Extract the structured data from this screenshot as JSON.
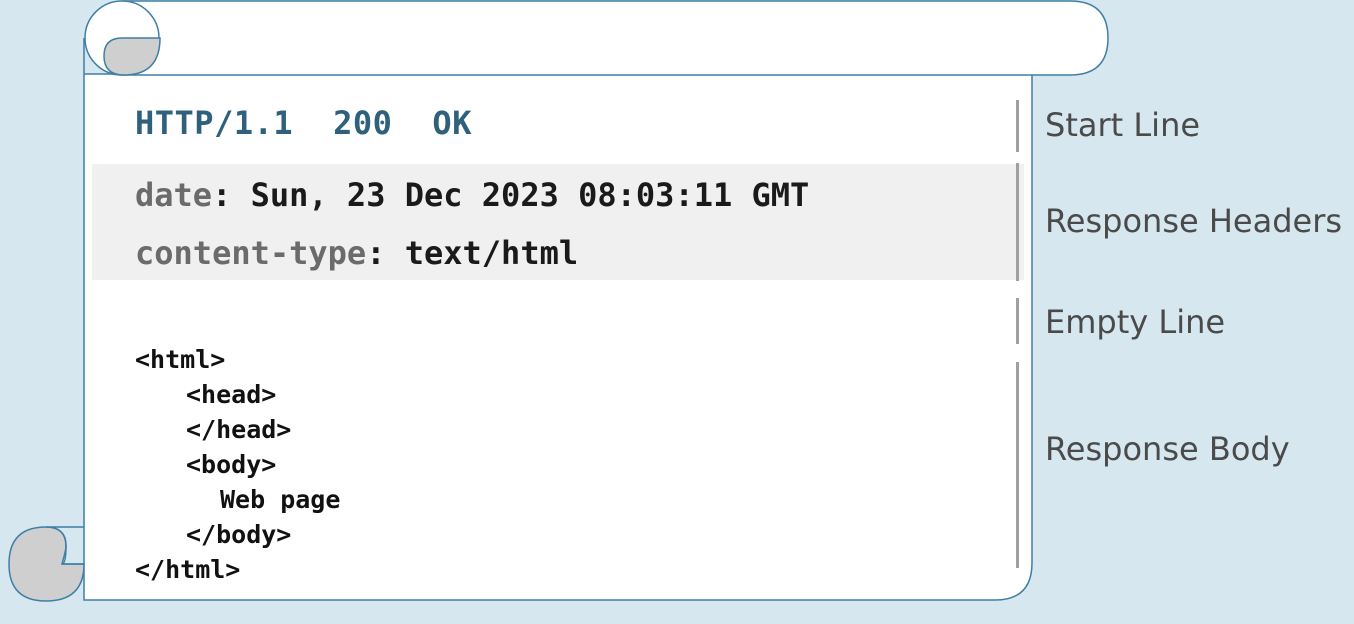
{
  "start_line": {
    "version": "HTTP/1.1",
    "status_code": "200",
    "reason": "OK"
  },
  "headers": [
    {
      "name": "date",
      "separator": ":",
      "value": "Sun, 23 Dec 2023 08:03:11 GMT"
    },
    {
      "name": "content-type",
      "separator": ":",
      "value": "text/html"
    }
  ],
  "body_lines": [
    "<html>",
    "<head>",
    "</head>",
    "<body>",
    "Web page",
    "</body>",
    "</html>"
  ],
  "section_labels": {
    "start_line": "Start Line",
    "response_headers": "Response Headers",
    "empty_line": "Empty Line",
    "response_body": "Response Body"
  },
  "colors": {
    "background": "#d6e7f0",
    "scroll_outline": "#3f7fa6",
    "scroll_curl": "#cfcfcf",
    "start_line_text": "#2f617c",
    "header_name": "#6b6b6b",
    "header_band": "#f0f0f0",
    "divider": "#a0a0a0",
    "label_text": "#4a4a4a"
  }
}
